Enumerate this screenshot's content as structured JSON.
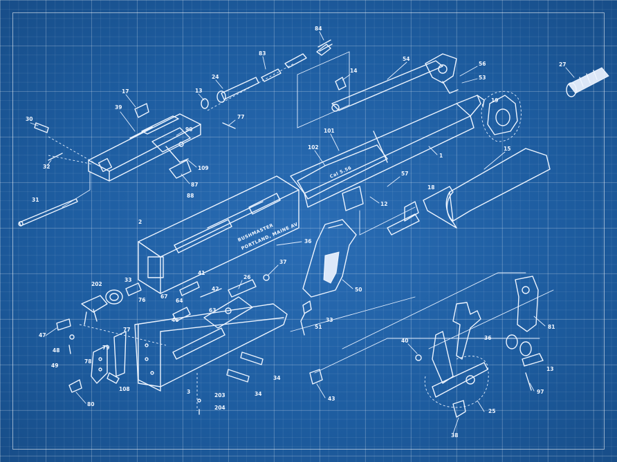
{
  "diagram": {
    "part_numbers": {
      "p84": "84",
      "p83": "83",
      "p54": "54",
      "p56": "56",
      "p53": "53",
      "p27": "27",
      "p14": "14",
      "p24": "24",
      "p13": "13",
      "p17": "17",
      "p39": "39",
      "p30": "30",
      "p77a": "77",
      "p90": "90",
      "p101": "101",
      "p1": "1",
      "p19": "19",
      "p15": "15",
      "p32": "32",
      "p109": "109",
      "p87": "87",
      "p88": "88",
      "p102": "102",
      "p57": "57",
      "p12": "12",
      "p18": "18",
      "p31": "31",
      "p2": "2",
      "p36": "36",
      "p37": "37",
      "p41": "41",
      "p26": "26",
      "p50": "50",
      "p202": "202",
      "p33a": "33",
      "p76": "76",
      "p67": "67",
      "p64": "64",
      "p42": "42",
      "p63": "63",
      "p46": "46",
      "p33b": "33",
      "p51": "51",
      "p81": "81",
      "p47": "47",
      "p48": "48",
      "p49": "49",
      "p77b": "77",
      "p79": "79",
      "p78": "78",
      "p108": "108",
      "p80": "80",
      "p3": "3",
      "p203": "203",
      "p204": "204",
      "p34a": "34",
      "p34b": "34",
      "p43": "43",
      "p40": "40",
      "p36b": "36",
      "p13b": "13",
      "p97": "97",
      "p25": "25",
      "p38": "38"
    },
    "stamp": {
      "line1": "BUSHMASTER",
      "line2": "PORTLAND, MAINE  AV",
      "barrel_mark": "Cal 5.56"
    }
  }
}
